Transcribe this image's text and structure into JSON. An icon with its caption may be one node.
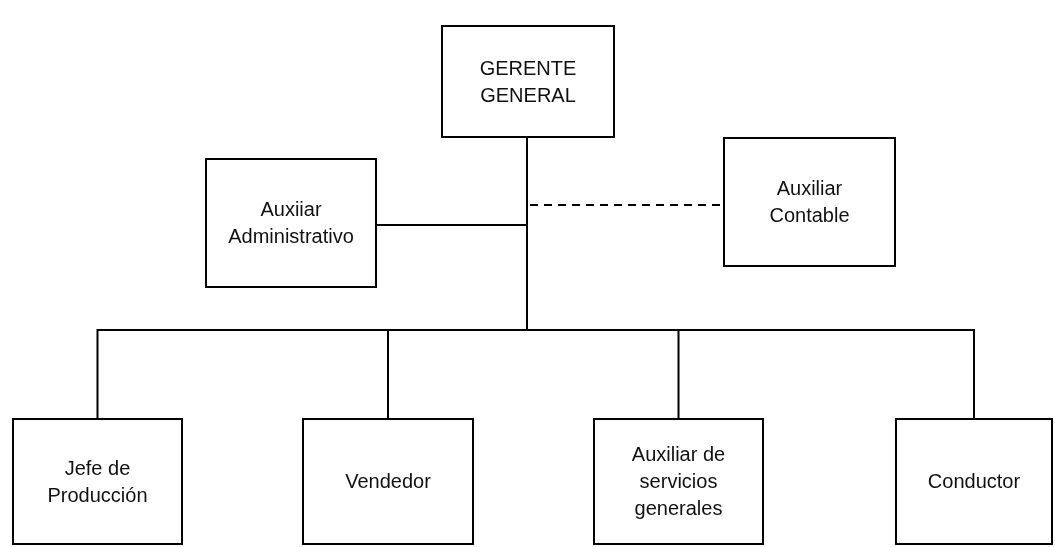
{
  "diagram": {
    "nodes": [
      {
        "text": [
          "GERENTE GENERAL"
        ]
      },
      {
        "text": [
          "Auxiiar Administrativo"
        ]
      },
      {
        "text": [
          "Auxiliar Contable"
        ]
      },
      {
        "text": [
          "Jefe de Producción"
        ]
      },
      {
        "text": [
          "Vendedor"
        ]
      },
      {
        "text": [
          "Auxiliar de servicios generales"
        ]
      },
      {
        "text": [
          "Conductor"
        ]
      }
    ],
    "edges": [
      {
        "from": 0,
        "to": 1,
        "arrow": "none"
      },
      {
        "from": 0,
        "to": 2,
        "arrow": "none",
        "style": "dashed"
      },
      {
        "from": 0,
        "to": 3,
        "arrow": "none"
      },
      {
        "from": 0,
        "to": 4,
        "arrow": "none"
      },
      {
        "from": 0,
        "to": 5,
        "arrow": "none"
      },
      {
        "from": 0,
        "to": 6,
        "arrow": "none"
      }
    ]
  }
}
